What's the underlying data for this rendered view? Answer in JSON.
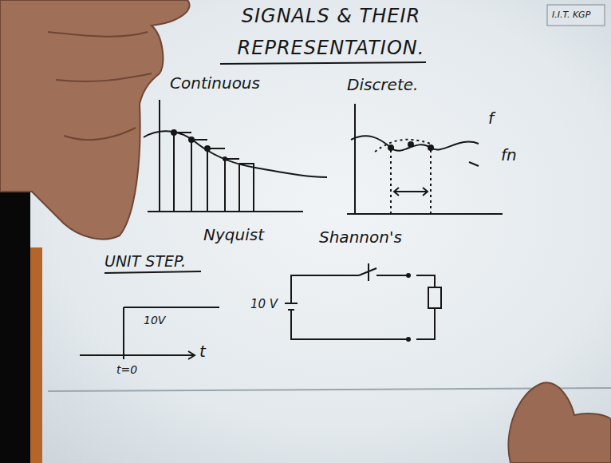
{
  "diagram": {
    "title": "SIGNALS & THEIR REPRESENTATION.",
    "labels": [
      "I.I.T. KGP",
      "Continuous",
      "Discrete.",
      "f",
      "fn",
      "Nyquist",
      "Shannon's",
      "UNIT STEP.",
      "10V",
      "t=0",
      "t",
      "10 V"
    ]
  }
}
